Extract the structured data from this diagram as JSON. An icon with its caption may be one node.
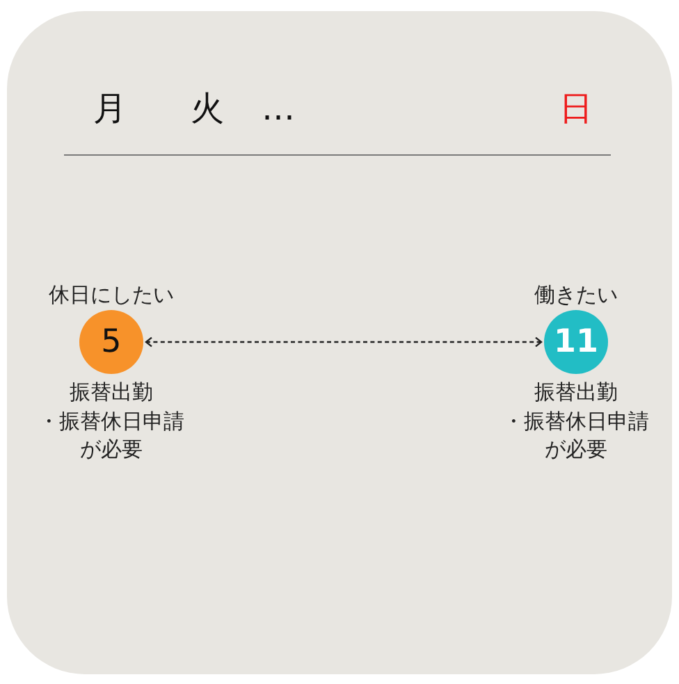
{
  "diagram": {
    "nodes": [
      {
        "text": [
          "5"
        ],
        "beside": [
          "休日にしたい",
          "振替出勤・振替休日申請が必要"
        ]
      },
      {
        "text": [
          "11"
        ],
        "beside": [
          "働きたい",
          "振替出勤・振替休日申請が必要"
        ]
      }
    ],
    "edges": [
      {
        "from": 0,
        "to": 1,
        "arrow": "both",
        "style": "dashed"
      }
    ],
    "labels": [
      "月",
      "火",
      "…",
      "日"
    ]
  }
}
